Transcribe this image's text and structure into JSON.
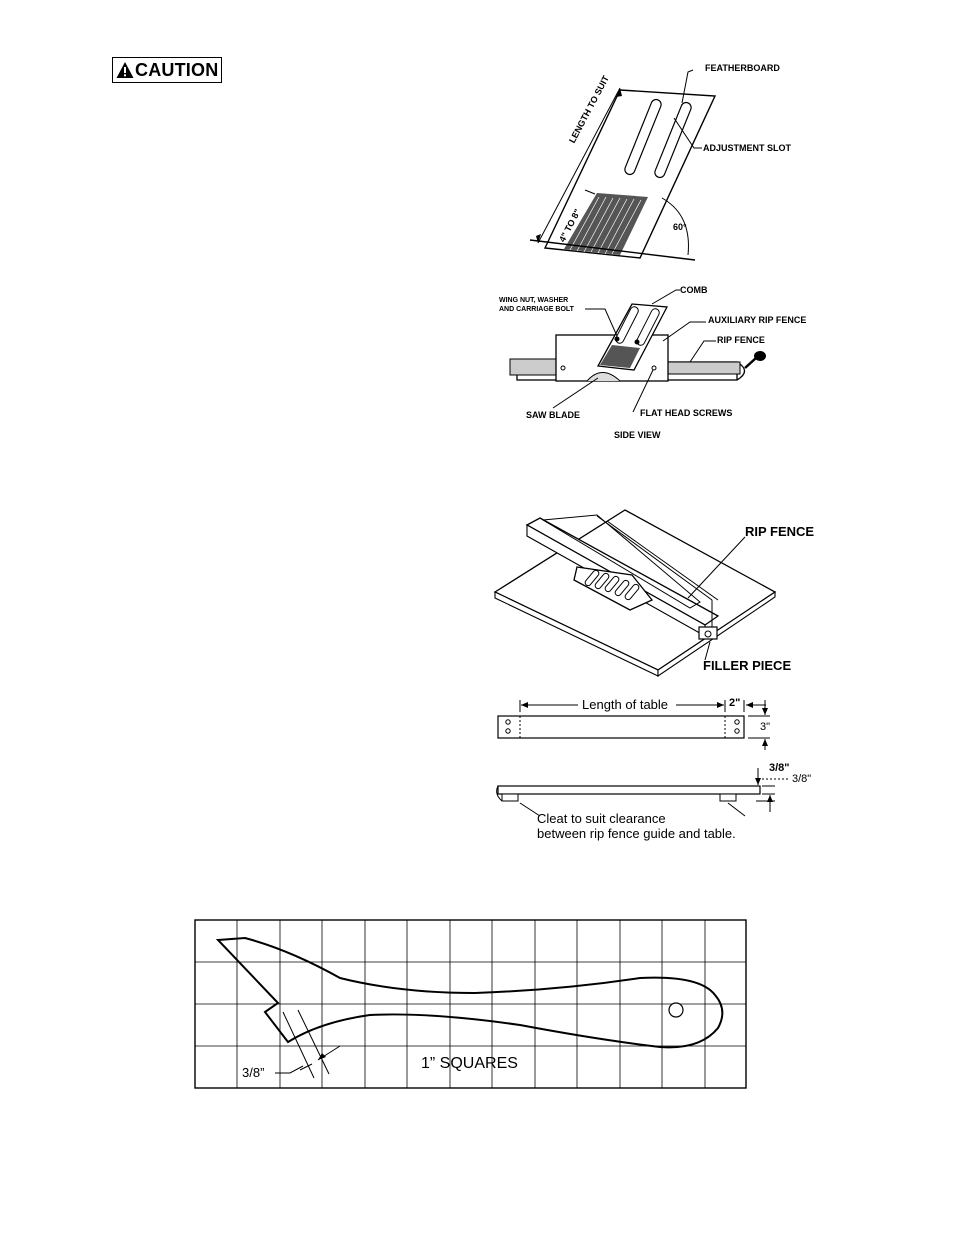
{
  "caution": {
    "label": "CAUTION",
    "icon": "warning-triangle-icon"
  },
  "featherboard_figure": {
    "featherboard": "FEATHERBOARD",
    "adjustment_slot": "ADJUSTMENT SLOT",
    "length_to_suit": "LENGTH TO SUIT",
    "range": "4\" TO 8\"",
    "angle": "60°"
  },
  "side_view_figure": {
    "comb": "COMB",
    "wing_nut_line1": "WING NUT, WASHER",
    "wing_nut_line2": "AND CARRIAGE BOLT",
    "auxiliary_rip_fence": "AUXILIARY RIP FENCE",
    "rip_fence": "RIP FENCE",
    "saw_blade": "SAW BLADE",
    "flat_head_screws": "FLAT HEAD SCREWS",
    "caption": "SIDE VIEW"
  },
  "table_figure": {
    "rip_fence": "RIP FENCE",
    "filler_piece": "FILLER PIECE"
  },
  "filler_dimensions_figure": {
    "length_of_table": "Length of table",
    "width_2in": "2\"",
    "height_3in": "3\"",
    "thickness_a": "3/8\"",
    "thickness_b": "3/8\"",
    "cleat_note_line1": "Cleat to suit clearance",
    "cleat_note_line2": "between rip fence guide and table."
  },
  "push_stick_figure": {
    "grid_label": "1” SQUARES",
    "notch_label": "3/8”"
  }
}
